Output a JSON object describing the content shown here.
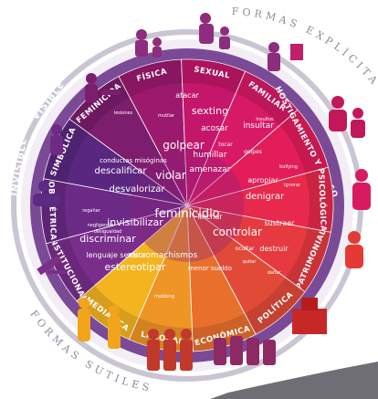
{
  "outer": {
    "explicit": "FORMAS EXPLÍCITAS",
    "subtle": "FORMAS SUTILES"
  },
  "ring": {
    "visible": "VISIBLE",
    "invisible": "INVISIBLE"
  },
  "sectors": [
    {
      "label": "FÍSICA",
      "color": "#9b1a6e"
    },
    {
      "label": "SEXUAL",
      "color": "#c4166a"
    },
    {
      "label": "FAMILIAR",
      "color": "#d81a66"
    },
    {
      "label": "HOSTIGAMIENTO Y ACOSO",
      "color": "#e31c5a"
    },
    {
      "label": "PSICOLÓGICA",
      "color": "#e8284c"
    },
    {
      "label": "PATRIMONIAL",
      "color": "#e53a3f"
    },
    {
      "label": "POLÍTICA",
      "color": "#e24a38"
    },
    {
      "label": "ECONÓMICA",
      "color": "#e9702c"
    },
    {
      "label": "LABORAL",
      "color": "#ef9526"
    },
    {
      "label": "MEDIÁTICA",
      "color": "#f4b420"
    },
    {
      "label": "INSTITUCIONAL",
      "color": "#7a2e8c"
    },
    {
      "label": "OBSTÉTRICA",
      "color": "#6a2a86"
    },
    {
      "label": "SIMBÓLICA",
      "color": "#5a2780"
    },
    {
      "label": "FEMINICIDA",
      "color": "#7d1d6e"
    }
  ],
  "words": [
    {
      "t": "feminicidio",
      "s": 13
    },
    {
      "t": "atacar",
      "s": 8
    },
    {
      "t": "sexting",
      "s": 11
    },
    {
      "t": "acosar",
      "s": 9
    },
    {
      "t": "insultar",
      "s": 9
    },
    {
      "t": "golpear",
      "s": 12
    },
    {
      "t": "humillar",
      "s": 9
    },
    {
      "t": "amenazar",
      "s": 9
    },
    {
      "t": "violar",
      "s": 12
    },
    {
      "t": "denigrar",
      "s": 10
    },
    {
      "t": "apropiar",
      "s": 8
    },
    {
      "t": "controlar",
      "s": 12
    },
    {
      "t": "sustraer",
      "s": 8
    },
    {
      "t": "destruir",
      "s": 8
    },
    {
      "t": "ocultar",
      "s": 6
    },
    {
      "t": "linchar",
      "s": 8
    },
    {
      "t": "invisibilizar",
      "s": 11
    },
    {
      "t": "discriminar",
      "s": 11
    },
    {
      "t": "estereotipar",
      "s": 11
    },
    {
      "t": "micromachismos",
      "s": 9
    },
    {
      "t": "descalificar",
      "s": 10
    },
    {
      "t": "desvalorizar",
      "s": 10
    },
    {
      "t": "conductas misóginas",
      "s": 7
    },
    {
      "t": "lenguaje sexista",
      "s": 8
    },
    {
      "t": "menor sueldo",
      "s": 7
    },
    {
      "t": "tocar",
      "s": 6
    },
    {
      "t": "lesiones",
      "s": 5
    },
    {
      "t": "mutilar",
      "s": 5
    },
    {
      "t": "golpes",
      "s": 6
    },
    {
      "t": "insultos",
      "s": 5
    },
    {
      "t": "bullying",
      "s": 5
    },
    {
      "t": "ignorar",
      "s": 5
    },
    {
      "t": "negligencia",
      "s": 5
    },
    {
      "t": "regañar",
      "s": 5
    },
    {
      "t": "desigualdad",
      "s": 5
    },
    {
      "t": "quitar",
      "s": 5
    },
    {
      "t": "dañar",
      "s": 5
    },
    {
      "t": "mobbing",
      "s": 5
    }
  ]
}
